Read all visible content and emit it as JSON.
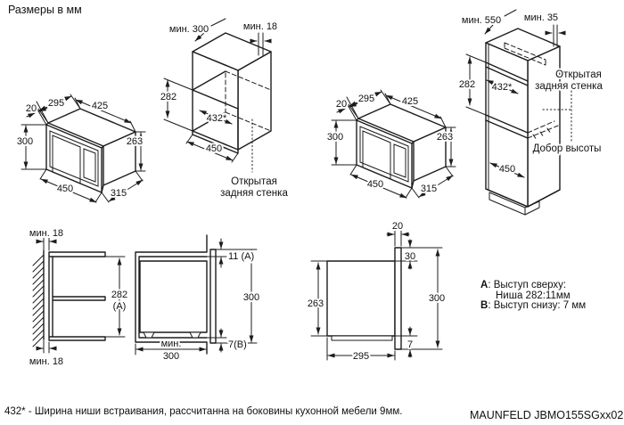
{
  "page": {
    "title": "Размеры в мм",
    "footnote": "432* - Ширина ниши встраивания, рассчитанна на боковины кухонной мебели 9мм.",
    "model": "MAUNFELD JBMO155SGxx02",
    "line_color": "#1c1c1c",
    "background_color": "#ffffff"
  },
  "oven3d": {
    "front_depth": "20",
    "body_depth": "295",
    "body_width": "425",
    "front_height": "300",
    "body_height": "263",
    "front_width": "450",
    "total_depth": "315"
  },
  "wall_cabinet": {
    "min_depth": "мин. 300",
    "min_panel": "мин. 18",
    "niche_height": "282",
    "niche_width": "432*",
    "opening_width": "450",
    "open_back_line1": "Открытая",
    "open_back_line2": "задняя стенка"
  },
  "tall_cabinet": {
    "min_depth": "мин. 550",
    "min_panel": "мин. 35",
    "niche_height": "282",
    "niche_width": "432*",
    "compartment_width": "450",
    "open_back_line1": "Открытая",
    "open_back_line2": "задняя стенка",
    "height_filler": "Добор высоты"
  },
  "side_niche": {
    "min_gap_top": "мин. 18",
    "min_gap_bottom": "мин. 18",
    "niche_height": "282",
    "niche_height_ref": "(A)"
  },
  "side_install": {
    "top_protrusion": "11 (A)",
    "front_height": "300",
    "bottom_protrusion": "7(B)",
    "min_depth_word": "мин.",
    "min_depth_value": "300"
  },
  "side_oven": {
    "front_depth": "20",
    "top_overhang": "30",
    "body_height": "263",
    "front_height": "300",
    "bottom_overhang": "7",
    "body_depth": "295"
  },
  "legend": {
    "a_key": "A",
    "a_text": ": Выступ сверху:",
    "a_text2": "Ниша 282:11мм",
    "b_key": "B",
    "b_text": ": Выступ снизу: 7 мм"
  }
}
